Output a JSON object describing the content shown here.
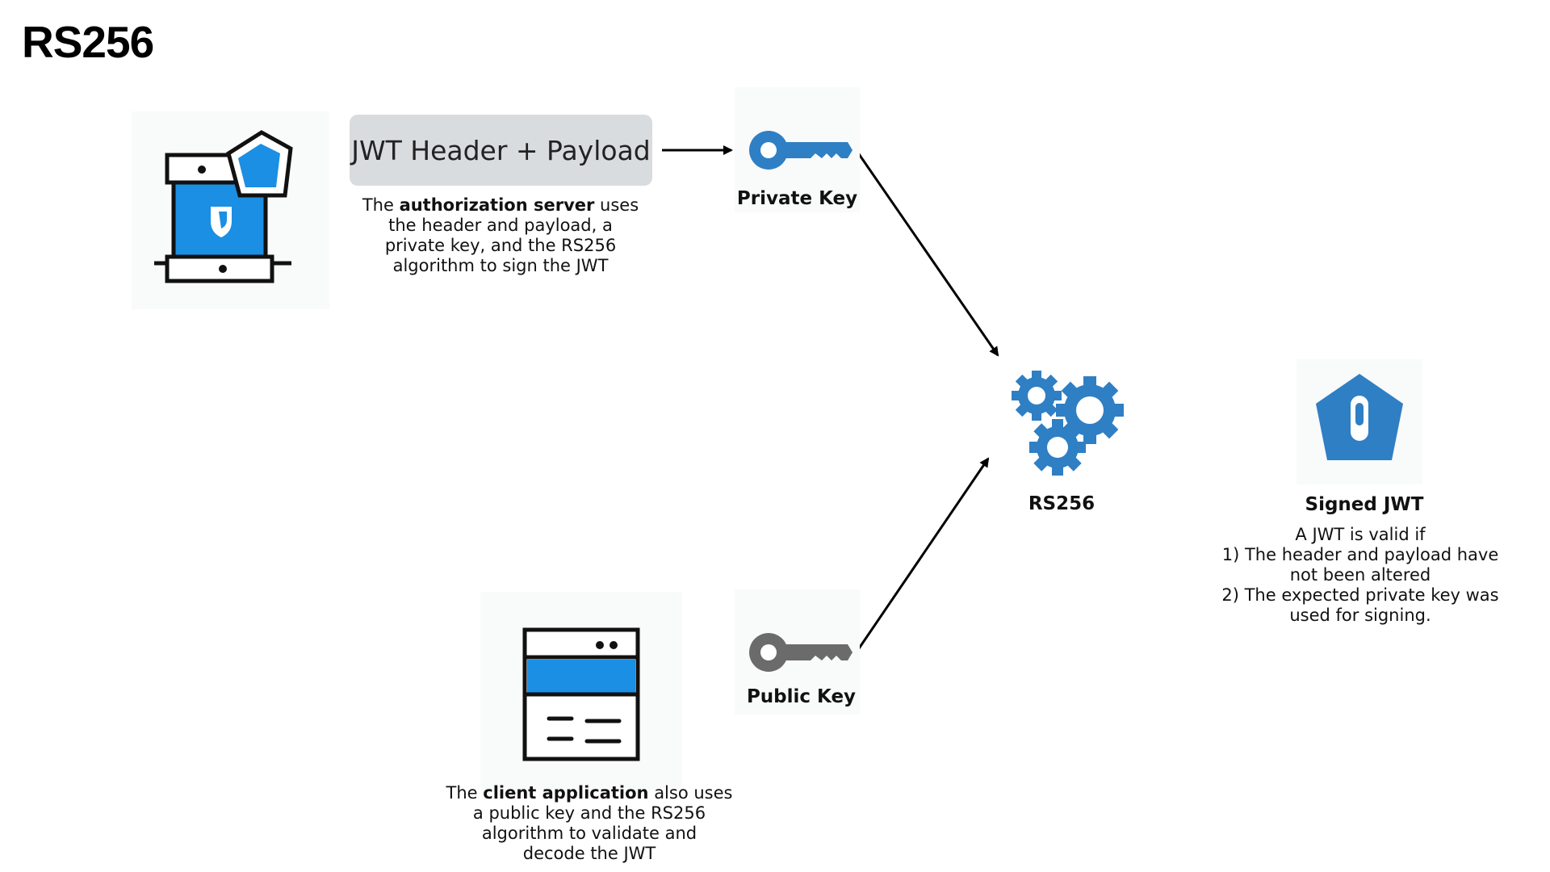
{
  "title": "RS256",
  "header_box": "JWT Header + Payload",
  "auth_caption": {
    "pre": "The ",
    "bold": "authorization server",
    "line1_post": " uses",
    "lines": [
      "the header and payload, a",
      "private key, and the RS256",
      "algorithm to sign the JWT"
    ]
  },
  "private_key_label": "Private Key",
  "public_key_label": "Public Key",
  "rs256_label": "RS256",
  "signed_jwt": {
    "label": "Signed JWT",
    "lines": [
      "A JWT is valid if",
      "1) The header and payload have",
      "not been altered",
      "2) The expected private key was",
      "used for signing."
    ]
  },
  "client_caption": {
    "pre": "The ",
    "bold": "client application",
    "line1_post": " also uses",
    "lines": [
      "a public key and the RS256",
      "algorithm to validate and",
      "decode the JWT"
    ]
  },
  "colors": {
    "blue_primary": "#2f7fc4",
    "blue_bright": "#1a8fe3",
    "gray_key": "#6b6b6b",
    "box_fill": "#d9dcdf"
  },
  "icons": [
    "server-shield-icon",
    "private-key-icon",
    "gears-icon",
    "signed-jwt-icon",
    "browser-window-icon",
    "public-key-icon"
  ]
}
